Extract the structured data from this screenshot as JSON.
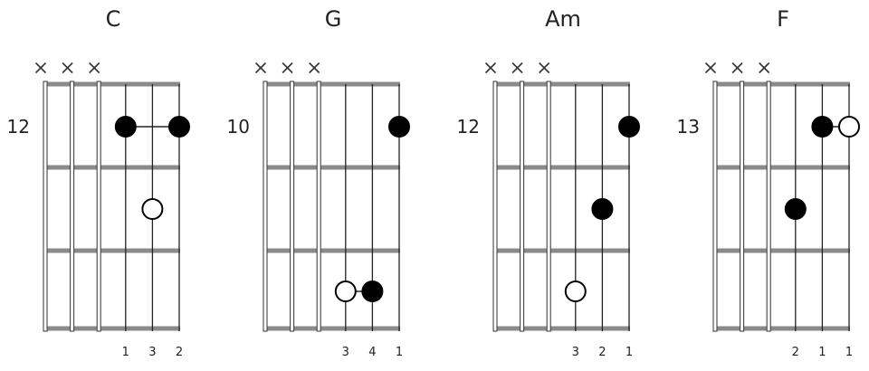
{
  "chords": [
    {
      "name": "C",
      "start_fret": "12",
      "muted": [
        true,
        true,
        true,
        false,
        false,
        false
      ],
      "dots": [
        {
          "string": 4,
          "fret": 1,
          "filled": true
        },
        {
          "string": 6,
          "fret": 1,
          "filled": true
        },
        {
          "string": 5,
          "fret": 2,
          "filled": false
        }
      ],
      "fingers": [
        "",
        "",
        "",
        "1",
        "3",
        "2"
      ]
    },
    {
      "name": "G",
      "start_fret": "10",
      "muted": [
        true,
        true,
        true,
        false,
        false,
        false
      ],
      "dots": [
        {
          "string": 6,
          "fret": 1,
          "filled": true
        },
        {
          "string": 4,
          "fret": 3,
          "filled": false
        },
        {
          "string": 5,
          "fret": 3,
          "filled": true
        }
      ],
      "fingers": [
        "",
        "",
        "",
        "3",
        "4",
        "1"
      ]
    },
    {
      "name": "Am",
      "start_fret": "12",
      "muted": [
        true,
        true,
        true,
        false,
        false,
        false
      ],
      "dots": [
        {
          "string": 6,
          "fret": 1,
          "filled": true
        },
        {
          "string": 5,
          "fret": 2,
          "filled": true
        },
        {
          "string": 4,
          "fret": 3,
          "filled": false
        }
      ],
      "fingers": [
        "",
        "",
        "",
        "3",
        "2",
        "1"
      ]
    },
    {
      "name": "F",
      "start_fret": "13",
      "muted": [
        true,
        true,
        true,
        false,
        false,
        false
      ],
      "dots": [
        {
          "string": 5,
          "fret": 1,
          "filled": true
        },
        {
          "string": 6,
          "fret": 1,
          "filled": false
        },
        {
          "string": 4,
          "fret": 2,
          "filled": true
        }
      ],
      "fingers": [
        "",
        "",
        "",
        "2",
        "1",
        "1"
      ]
    }
  ]
}
